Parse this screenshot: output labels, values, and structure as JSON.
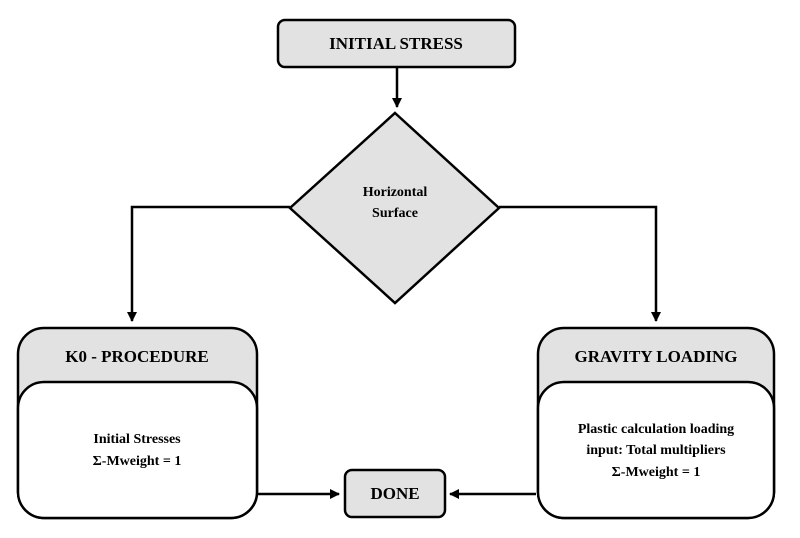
{
  "colors": {
    "node_fill": "#e2e2e2",
    "body_fill": "#ffffff",
    "stroke": "#000000"
  },
  "nodes": {
    "initial_stress": {
      "label": "INITIAL STRESS"
    },
    "decision": {
      "line1": "Horizontal",
      "line2": "Surface"
    },
    "k0_procedure": {
      "title": "K0 - PROCEDURE",
      "line1": "Initial Stresses",
      "line2": "Σ-Mweight = 1"
    },
    "gravity_loading": {
      "title": "GRAVITY LOADING",
      "line1": "Plastic calculation loading",
      "line2": "input: Total multipliers",
      "line3": "Σ-Mweight = 1"
    },
    "done": {
      "label": "DONE"
    }
  }
}
